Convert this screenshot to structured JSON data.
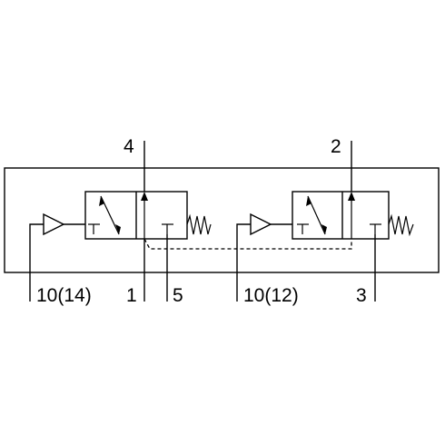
{
  "ports": {
    "port_4": "4",
    "port_2": "2",
    "port_10_14": "10(14)",
    "port_1": "1",
    "port_5": "5",
    "port_10_12": "10(12)",
    "port_3": "3"
  },
  "colors": {
    "line": "#000000",
    "background": "#ffffff"
  },
  "icons": {
    "pilot_actuator": "triangle-pilot-icon",
    "return_spring": "spring-icon"
  }
}
